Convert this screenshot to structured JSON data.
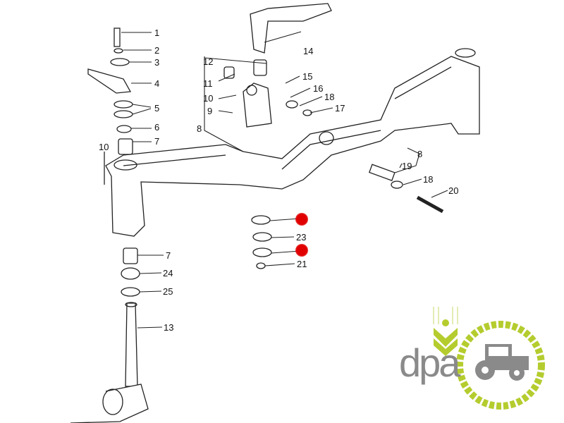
{
  "diagram": {
    "callouts": [
      {
        "id": "1",
        "text": "1"
      },
      {
        "id": "2",
        "text": "2"
      },
      {
        "id": "3",
        "text": "3"
      },
      {
        "id": "4",
        "text": "4"
      },
      {
        "id": "5",
        "text": "5"
      },
      {
        "id": "6",
        "text": "6"
      },
      {
        "id": "7a",
        "text": "7"
      },
      {
        "id": "10a",
        "text": "10"
      },
      {
        "id": "14",
        "text": "14"
      },
      {
        "id": "12",
        "text": "12"
      },
      {
        "id": "11",
        "text": "11"
      },
      {
        "id": "10b",
        "text": "10"
      },
      {
        "id": "9",
        "text": "9"
      },
      {
        "id": "8a",
        "text": "8"
      },
      {
        "id": "15",
        "text": "15"
      },
      {
        "id": "16",
        "text": "16"
      },
      {
        "id": "18a",
        "text": "18"
      },
      {
        "id": "17",
        "text": "17"
      },
      {
        "id": "8b",
        "text": "8"
      },
      {
        "id": "19",
        "text": "19"
      },
      {
        "id": "18b",
        "text": "18"
      },
      {
        "id": "20",
        "text": "20"
      },
      {
        "id": "23",
        "text": "23"
      },
      {
        "id": "21",
        "text": "21"
      },
      {
        "id": "7b",
        "text": "7"
      },
      {
        "id": "24",
        "text": "24"
      },
      {
        "id": "25",
        "text": "25"
      },
      {
        "id": "13",
        "text": "13"
      }
    ],
    "highlight_color": "#e00000"
  },
  "logo": {
    "text": "dpa",
    "text_color": "#8a8a8a",
    "accent_color": "#b5cc2e"
  }
}
